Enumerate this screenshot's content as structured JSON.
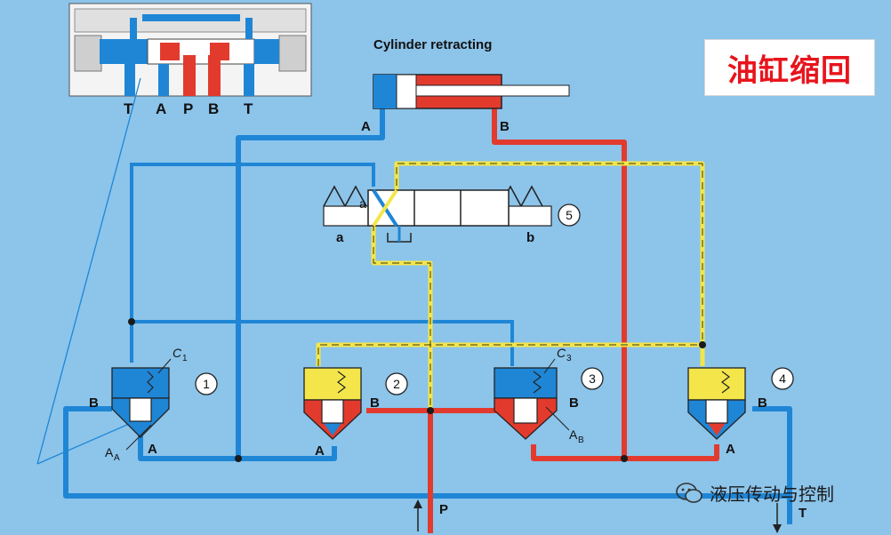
{
  "title": "油缸缩回",
  "caption": "Cylinder retracting",
  "inset_ports": [
    "T",
    "A",
    "P",
    "B",
    "T"
  ],
  "cylinder_ports": {
    "a": "A",
    "b": "B"
  },
  "valve": {
    "number": "5",
    "left_label": "a",
    "right_label": "b",
    "inner_label": "a"
  },
  "cartridges": [
    {
      "number": "1",
      "port_b": "B",
      "port_a": "A",
      "spring_label": "C",
      "spring_sub": "1",
      "area_label": "A",
      "area_sub": "A"
    },
    {
      "number": "2",
      "port_b": "B",
      "port_a": "A"
    },
    {
      "number": "3",
      "port_b": "B",
      "spring_label": "C",
      "spring_sub": "3",
      "area_label": "A",
      "area_sub": "B"
    },
    {
      "number": "4",
      "port_b": "B",
      "port_a": "A"
    }
  ],
  "pump_port": "P",
  "tank_port": "T",
  "watermark": "液压传动与控制",
  "colors": {
    "pressure": "#e23b2e",
    "return": "#1f86d6",
    "pilot": "#f4e64a",
    "background": "#8cc4ea"
  }
}
